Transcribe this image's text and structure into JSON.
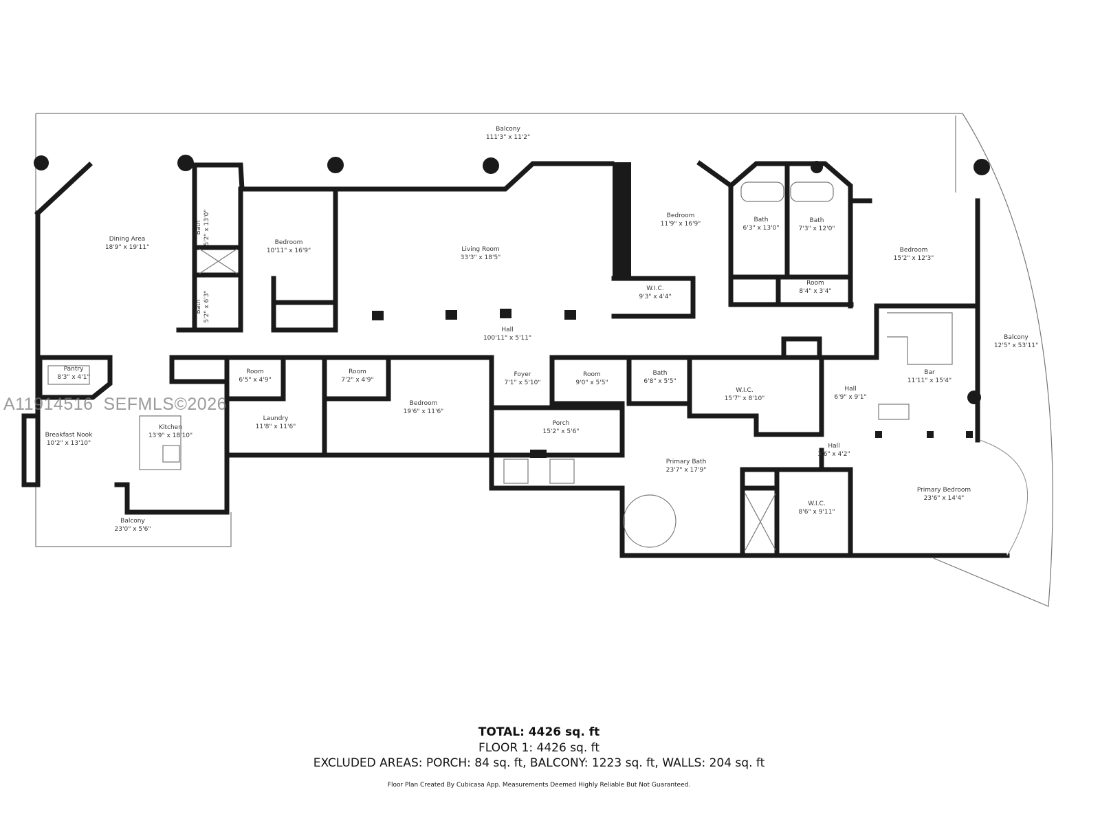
{
  "rooms": [
    {
      "name": "Balcony",
      "dims": "111'3\" x 11'2\""
    },
    {
      "name": "Dining Area",
      "dims": "18'9\" x 19'11\""
    },
    {
      "name": "Bath",
      "dims": "5'2\" x 13'0\""
    },
    {
      "name": "Bath",
      "dims": "5'2\" x 6'3\""
    },
    {
      "name": "Bedroom",
      "dims": "10'11\" x 16'9\""
    },
    {
      "name": "Living Room",
      "dims": "33'3\" x 18'5\""
    },
    {
      "name": "Bedroom",
      "dims": "11'9\" x 16'9\""
    },
    {
      "name": "Bath",
      "dims": "6'3\" x 13'0\""
    },
    {
      "name": "Bath",
      "dims": "7'3\" x 12'0\""
    },
    {
      "name": "Bedroom",
      "dims": "15'2\" x 12'3\""
    },
    {
      "name": "W.I.C.",
      "dims": "9'3\" x 4'4\""
    },
    {
      "name": "Room",
      "dims": "8'4\" x 3'4\""
    },
    {
      "name": "Hall",
      "dims": "100'11\" x 5'11\""
    },
    {
      "name": "Balcony",
      "dims": "12'5\" x 53'11\""
    },
    {
      "name": "Pantry",
      "dims": "8'3\" x 4'1\""
    },
    {
      "name": "Room",
      "dims": "6'5\" x 4'9\""
    },
    {
      "name": "Room",
      "dims": "7'2\" x 4'9\""
    },
    {
      "name": "Kitchen",
      "dims": "13'9\" x 18'10\""
    },
    {
      "name": "Bedroom",
      "dims": "19'6\" x 11'6\""
    },
    {
      "name": "Foyer",
      "dims": "7'1\" x 5'10\""
    },
    {
      "name": "Room",
      "dims": "9'0\" x 5'5\""
    },
    {
      "name": "Bath",
      "dims": "6'8\" x 5'5\""
    },
    {
      "name": "W.I.C.",
      "dims": "15'7\" x 8'10\""
    },
    {
      "name": "Bar",
      "dims": "11'11\" x 15'4\""
    },
    {
      "name": "Hall",
      "dims": "6'9\" x 9'1\""
    },
    {
      "name": "Laundry",
      "dims": "11'8\" x 11'6\""
    },
    {
      "name": "Breakfast Nook",
      "dims": "10'2\" x 13'10\""
    },
    {
      "name": "Porch",
      "dims": "15'2\" x 5'6\""
    },
    {
      "name": "Primary Bath",
      "dims": "23'7\" x 17'9\""
    },
    {
      "name": "Hall",
      "dims": "3'6\" x 4'2\""
    },
    {
      "name": "Primary Bedroom",
      "dims": "23'6\" x 14'4\""
    },
    {
      "name": "W.I.C.",
      "dims": "8'6\" x 9'11\""
    },
    {
      "name": "Balcony",
      "dims": "23'0\" x 5'6\""
    }
  ],
  "watermark": "A11914516  SEFMLS©2026",
  "summary": {
    "total": "TOTAL: 4426 sq. ft",
    "floor1": "FLOOR 1: 4426 sq. ft",
    "excluded": "EXCLUDED AREAS: PORCH: 84 sq. ft, BALCONY: 1223 sq. ft, WALLS: 204 sq. ft",
    "credit": "Floor Plan Created By Cubicasa App. Measurements Deemed Highly Reliable But Not Guaranteed."
  }
}
